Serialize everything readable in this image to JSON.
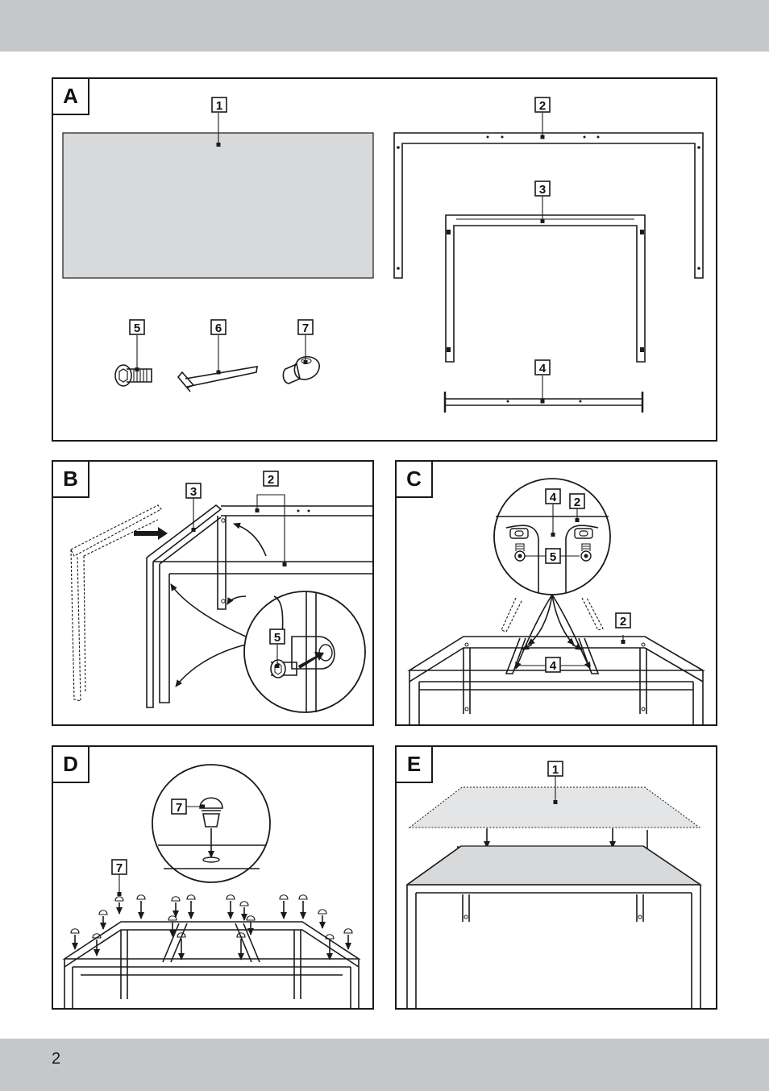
{
  "page": {
    "number": "2"
  },
  "panels": [
    {
      "id": "A",
      "letter": "A"
    },
    {
      "id": "B",
      "letter": "B"
    },
    {
      "id": "C",
      "letter": "C"
    },
    {
      "id": "D",
      "letter": "D"
    },
    {
      "id": "E",
      "letter": "E"
    }
  ],
  "parts": {
    "p1": "1",
    "p2": "2",
    "p3": "3",
    "p4": "4",
    "p5": "5",
    "p6": "6",
    "p7": "7"
  }
}
